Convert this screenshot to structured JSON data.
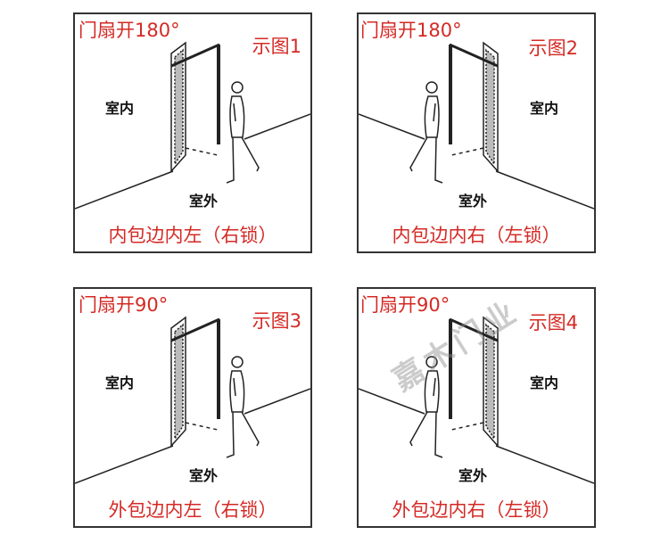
{
  "watermark": "嘉木门业",
  "panels": [
    {
      "angle": "门扇开180°",
      "figure": "示图1",
      "inside": "室内",
      "outside": "室外",
      "caption": "内包边内左（右锁）"
    },
    {
      "angle": "门扇开180°",
      "figure": "示图2",
      "inside": "室内",
      "outside": "室外",
      "caption": "内包边内右（左锁）"
    },
    {
      "angle": "门扇开90°",
      "figure": "示图3",
      "inside": "室内",
      "outside": "室外",
      "caption": "外包边内左（右锁）"
    },
    {
      "angle": "门扇开90°",
      "figure": "示图4",
      "inside": "室内",
      "outside": "室外",
      "caption": "外包边内右（左锁）"
    }
  ]
}
